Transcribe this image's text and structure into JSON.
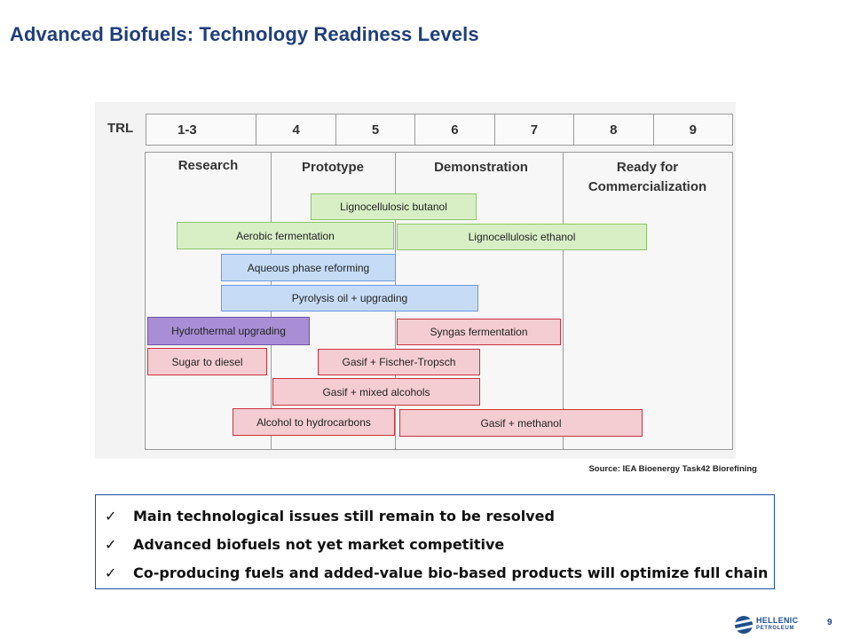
{
  "title": "Advanced Biofuels: Technology Readiness Levels",
  "trl": {
    "label": "TRL",
    "levels": [
      "1-3",
      "4",
      "5",
      "6",
      "7",
      "8",
      "9"
    ]
  },
  "phases": {
    "research": "Research",
    "prototype": "Prototype",
    "demonstration": "Demonstration",
    "ready_line1": "Ready for",
    "ready_line2": "Commercialization"
  },
  "technologies": [
    {
      "label": "Lignocellulosic  butanol",
      "color": "green"
    },
    {
      "label": "Aerobic fermentation",
      "color": "green"
    },
    {
      "label": "Lignocellulosic ethanol",
      "color": "green"
    },
    {
      "label": "Aqueous phase reforming",
      "color": "blue"
    },
    {
      "label": "Pyrolysis oil + upgrading",
      "color": "blue"
    },
    {
      "label": "Hydrothermal upgrading",
      "color": "purple"
    },
    {
      "label": "Syngas fermentation",
      "color": "red"
    },
    {
      "label": "Sugar to diesel",
      "color": "red"
    },
    {
      "label": "Gasif + Fischer-Tropsch",
      "color": "red"
    },
    {
      "label": "Gasif + mixed alcohols",
      "color": "red"
    },
    {
      "label": "Alcohol to hydrocarbons",
      "color": "red"
    },
    {
      "label": "Gasif + methanol",
      "color": "red"
    }
  ],
  "source": "Source: IEA Bioenergy Task42 Biorefining",
  "bullets": [
    "Main technological issues still remain to be resolved",
    "Advanced biofuels not yet market competitive",
    "Co-producing fuels and added-value bio-based products will optimize full chain"
  ],
  "check_symbol": "✓",
  "page_number": "9",
  "logo": {
    "line1": "HELLENIC",
    "line2": "PETROLEUM"
  },
  "colors": {
    "title": "#1f3f7a",
    "green": "#d8efc6",
    "blue": "#c6dcf6",
    "purple": "#a98ed6",
    "red": "#f4cdd2",
    "box_border": "#1f4e9c"
  }
}
